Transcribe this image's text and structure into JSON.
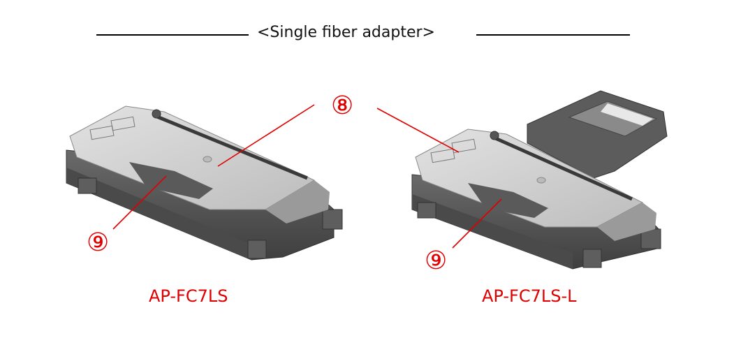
{
  "title": "<Single fiber adapter>",
  "callouts": {
    "top": "⑧",
    "left_bottom": "⑨",
    "right_bottom": "⑨"
  },
  "captions": {
    "left": "AP-FC7LS",
    "right": "AP-FC7LS-L"
  },
  "colors": {
    "callout": "#e00000",
    "body_dark": "#575757",
    "plate_light": "#cfcfcf"
  }
}
